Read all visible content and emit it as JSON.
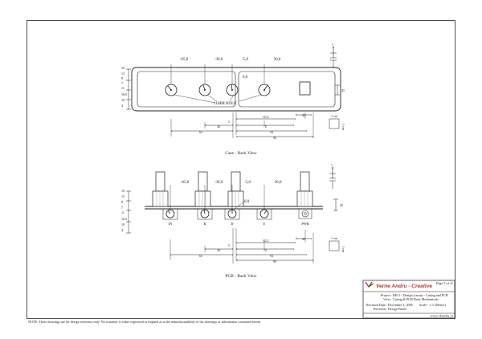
{
  "case_view": {
    "caption": "Case - Back View",
    "pot_angles": [
      "-65,0",
      "-30,0",
      "-5,0",
      "30,0"
    ],
    "center_angle": "0,0",
    "hole_label": "11MM HOLE",
    "dims_top": [
      "40",
      "65,2"
    ],
    "dims_mid": [
      "30",
      "5",
      "70"
    ],
    "dims_low": [
      "65",
      "94"
    ],
    "dim_bottom": "90",
    "left_dims": [
      "10",
      "13",
      "8",
      "7",
      "11",
      "16,9",
      "18",
      "4"
    ],
    "right_dims": [
      "1",
      "45"
    ],
    "scale_label": "1 cm",
    "scale_side": "1 cm"
  },
  "pcb_view": {
    "caption": "PCB - Back View",
    "pot_angles": [
      "-65,0",
      "-30,0",
      "-5,0",
      "30,0"
    ],
    "center_angle": "0,0",
    "pot_labels": [
      "IN",
      "B",
      "D",
      "E",
      "PWR"
    ],
    "dims_top": [
      "40",
      "65,2"
    ],
    "dims_mid": [
      "30",
      "5",
      "70"
    ],
    "dims_low": [
      "65",
      "94"
    ],
    "dim_bottom": "90",
    "left_dims": [
      "10",
      "13",
      "8",
      "7",
      "11",
      "16,9",
      "18",
      "4"
    ],
    "right_dims": [
      "1",
      "45"
    ],
    "scale_label": "1 cm",
    "scale_side": "1 cm"
  },
  "title_block": {
    "company": "Verne Andru - Creative",
    "page": "Page 5 of 11",
    "project_key": "Project:",
    "project_val": "KR-1 - Design Layout - Casing and PCB",
    "view_key": "View:",
    "view_val": "Casing & PCB Back Mechanicals",
    "revdate_key": "Revision Date:",
    "revdate_val": "December 3, 2005",
    "scale_val": "Scale - 1:1 [Metric]",
    "revision_key": "Revision:",
    "revision_val": "Design Finals",
    "website": "www.vkandru.ca"
  },
  "note": "NOTE: These drawings are for design reference only. No warranty is either expressed or implied as to the manufacturability of the drawings or information contained herein."
}
